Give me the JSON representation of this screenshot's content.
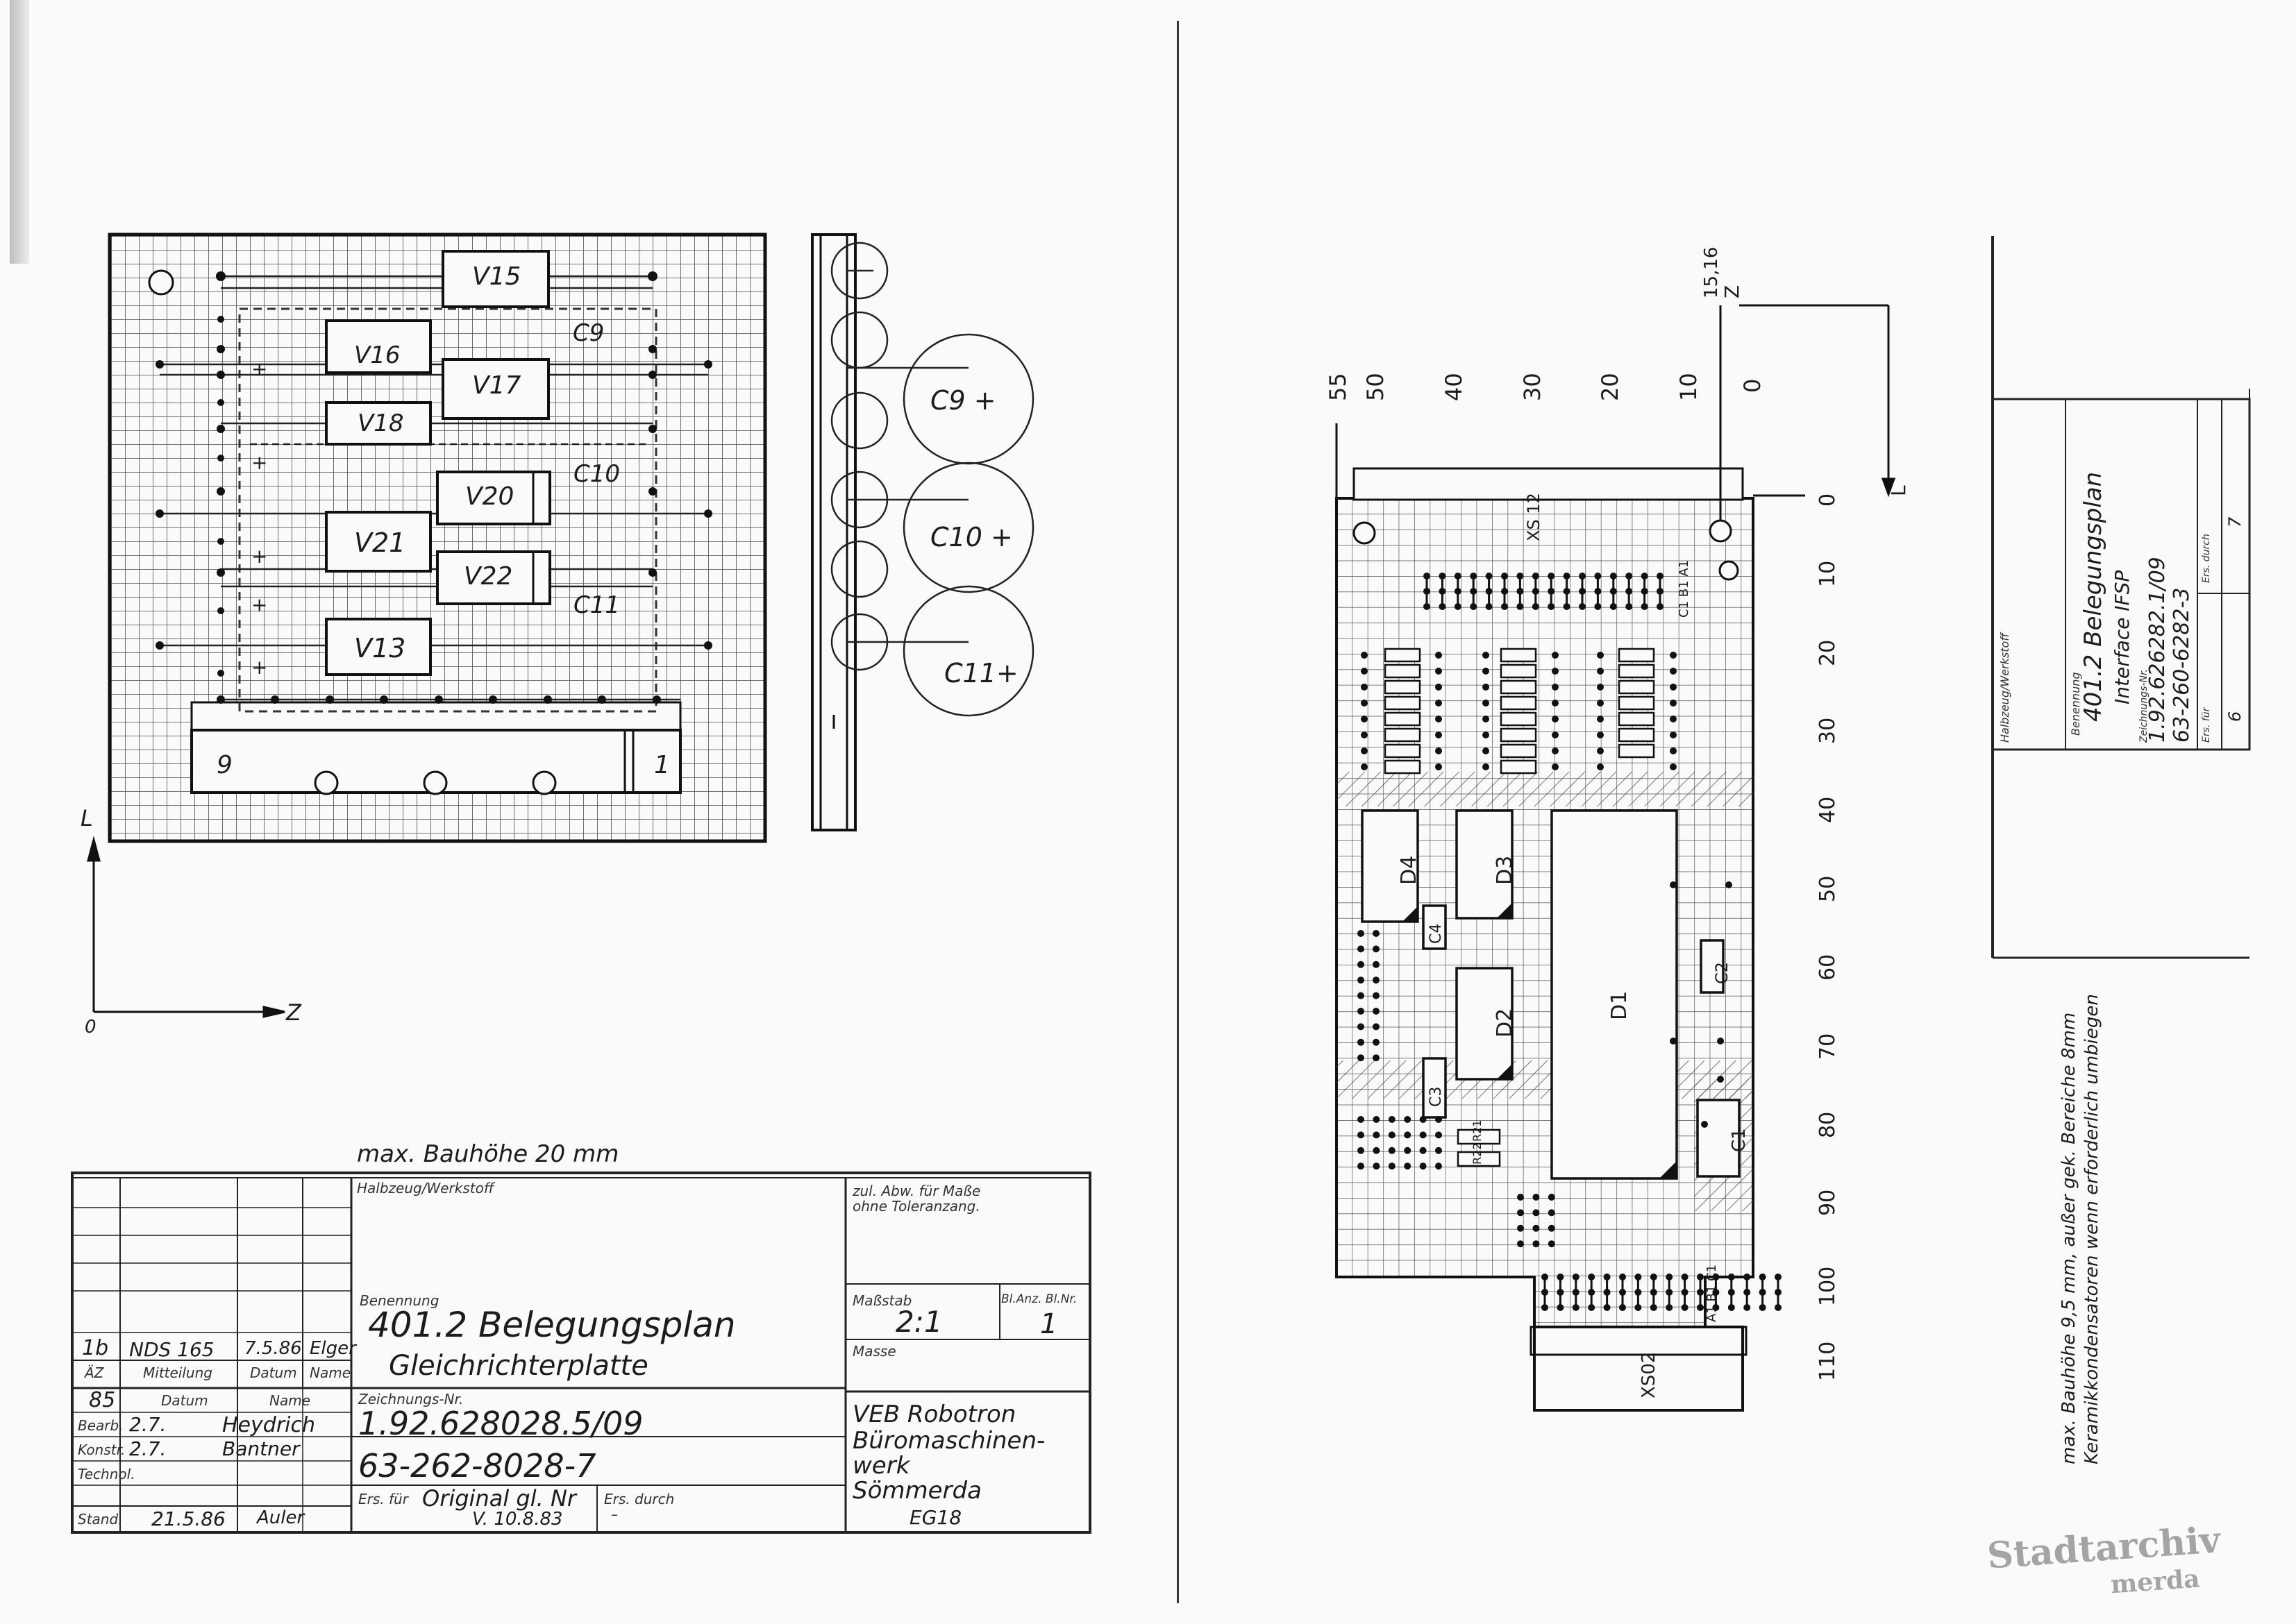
{
  "left_board": {
    "components": {
      "v15": "V15",
      "v16": "V16",
      "v17": "V17",
      "v18": "V18",
      "v20": "V20",
      "v21": "V21",
      "v22": "V22",
      "v13": "V13",
      "c9": "C9",
      "c10": "C10",
      "c11": "C11"
    },
    "connector_left": "9",
    "connector_right": "1",
    "plus_sign": "+",
    "axis_vertical": "L",
    "axis_horizontal": "Z",
    "axis_origin": "0"
  },
  "side_view": {
    "c9": "C9 +",
    "c10": "C10 +",
    "c11": "C11+"
  },
  "title_block_left": {
    "max_height": "max. Bauhöhe 20 mm",
    "halbzeug": "Halbzeug/Werkstoff",
    "tolerance": "zul. Abw. für Maße ohne Toleranzang.",
    "benennung_label": "Benennung",
    "title": "401.2 Belegungsplan",
    "subtitle": "Gleichrichterplatte",
    "massstab_label": "Maßstab",
    "massstab": "2:1",
    "blatt_label": "Bl.Anz. Bl.Nr.",
    "blatt_nr": "1",
    "masse_label": "Masse",
    "rev_index": "1b",
    "rev_mitteilung": "NDS 165",
    "rev_datum": "7.5.86",
    "rev_name": "Elger",
    "az_label": "ÄZ",
    "mitteilung_label": "Mitteilung",
    "datum_label": "Datum",
    "name_label": "Name",
    "year": "85",
    "bearb_label": "Bearb.",
    "bearb_datum": "2.7.",
    "bearb_name": "Heydrich",
    "konstr_label": "Konstr.",
    "konstr_datum": "2.7.",
    "konstr_name": "Bantner",
    "technol_label": "Technol.",
    "stand_label": "Stand.",
    "stand_datum": "21.5.86",
    "stand_name": "Auler",
    "zeichnung_label": "Zeichnungs-Nr.",
    "zeichnung_nr": "1.92.628028.5/09",
    "sach_nr": "63-262-8028-7",
    "ers_fuer_label": "Ers. für",
    "ers_fuer": "Original gl. Nr",
    "ers_fuer_date": "V. 10.8.83",
    "ers_durch_label": "Ers. durch",
    "ers_durch": "–",
    "company_1": "VEB Robotron",
    "company_2": "Büromaschinen-",
    "company_3": "werk",
    "company_4": "Sömmerda",
    "company_code": "EG18"
  },
  "right_board": {
    "top_scale": [
      "55",
      "50",
      "40",
      "30",
      "20",
      "10",
      "0"
    ],
    "right_scale": [
      "0",
      "10",
      "20",
      "30",
      "40",
      "50",
      "60",
      "70",
      "80",
      "90",
      "100",
      "110"
    ],
    "components": {
      "d1": "D1",
      "d2": "D2",
      "d3": "D3",
      "d4": "D4",
      "c1": "C1",
      "c2": "C2",
      "c3": "C3",
      "c4": "C4",
      "xs12": "XS 12",
      "xs02": "XS02",
      "r21": "R21",
      "r22": "R22"
    },
    "pin_labels_top": "C1 B1 A1",
    "pin_labels_bottom": "A1 B1 C1",
    "coord_label": "15,16",
    "axis_z": "Z",
    "axis_l": "L"
  },
  "title_block_right": {
    "halbzeug": "Halbzeug/Werkstoff",
    "benennung_label": "Benennung",
    "title": "401.2 Belegungsplan",
    "subtitle": "Interface IFSP",
    "zeichnung_label": "Zeichnungs-Nr.",
    "zeichnung_nr": "1.92.626282.1/09",
    "sach_nr": "63-260-6282-3",
    "ers_label": "Ers. für",
    "ers_durch_label": "Ers. durch",
    "blatt_a": "6",
    "blatt_b": "7"
  },
  "notes_right": {
    "line1": "max. Bauhöhe 9,5 mm, außer gek. Bereiche 8mm",
    "line2": "Keramikkondensatoren wenn erforderlich umbiegen"
  },
  "stamp": {
    "line1": "Stadtarchiv",
    "line2": "merda"
  }
}
